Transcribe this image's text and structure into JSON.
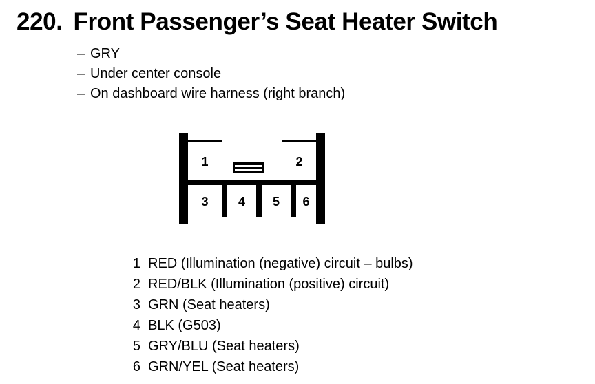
{
  "document": {
    "title_number": "220.",
    "title_text": "Front Passenger’s Seat Heater Switch",
    "meta": [
      {
        "dash": "–",
        "text": "GRY"
      },
      {
        "dash": "–",
        "text": "Under center console"
      },
      {
        "dash": "–",
        "text": "On dashboard wire harness (right branch)"
      }
    ]
  },
  "connector": {
    "cells": [
      {
        "id": "1",
        "label": "1"
      },
      {
        "id": "2",
        "label": "2"
      },
      {
        "id": "3",
        "label": "3"
      },
      {
        "id": "4",
        "label": "4"
      },
      {
        "id": "5",
        "label": "5"
      },
      {
        "id": "6",
        "label": "6"
      }
    ]
  },
  "pins": [
    {
      "num": "1",
      "label": "RED (Illumination (negative) circuit – bulbs)"
    },
    {
      "num": "2",
      "label": "RED/BLK (Illumination (positive) circuit)"
    },
    {
      "num": "3",
      "label": "GRN (Seat heaters)"
    },
    {
      "num": "4",
      "label": "BLK (G503)"
    },
    {
      "num": "5",
      "label": "GRY/BLU (Seat heaters)"
    },
    {
      "num": "6",
      "label": "GRN/YEL (Seat heaters)"
    }
  ],
  "colors": {
    "ink": "#000000",
    "paper": "#ffffff"
  }
}
